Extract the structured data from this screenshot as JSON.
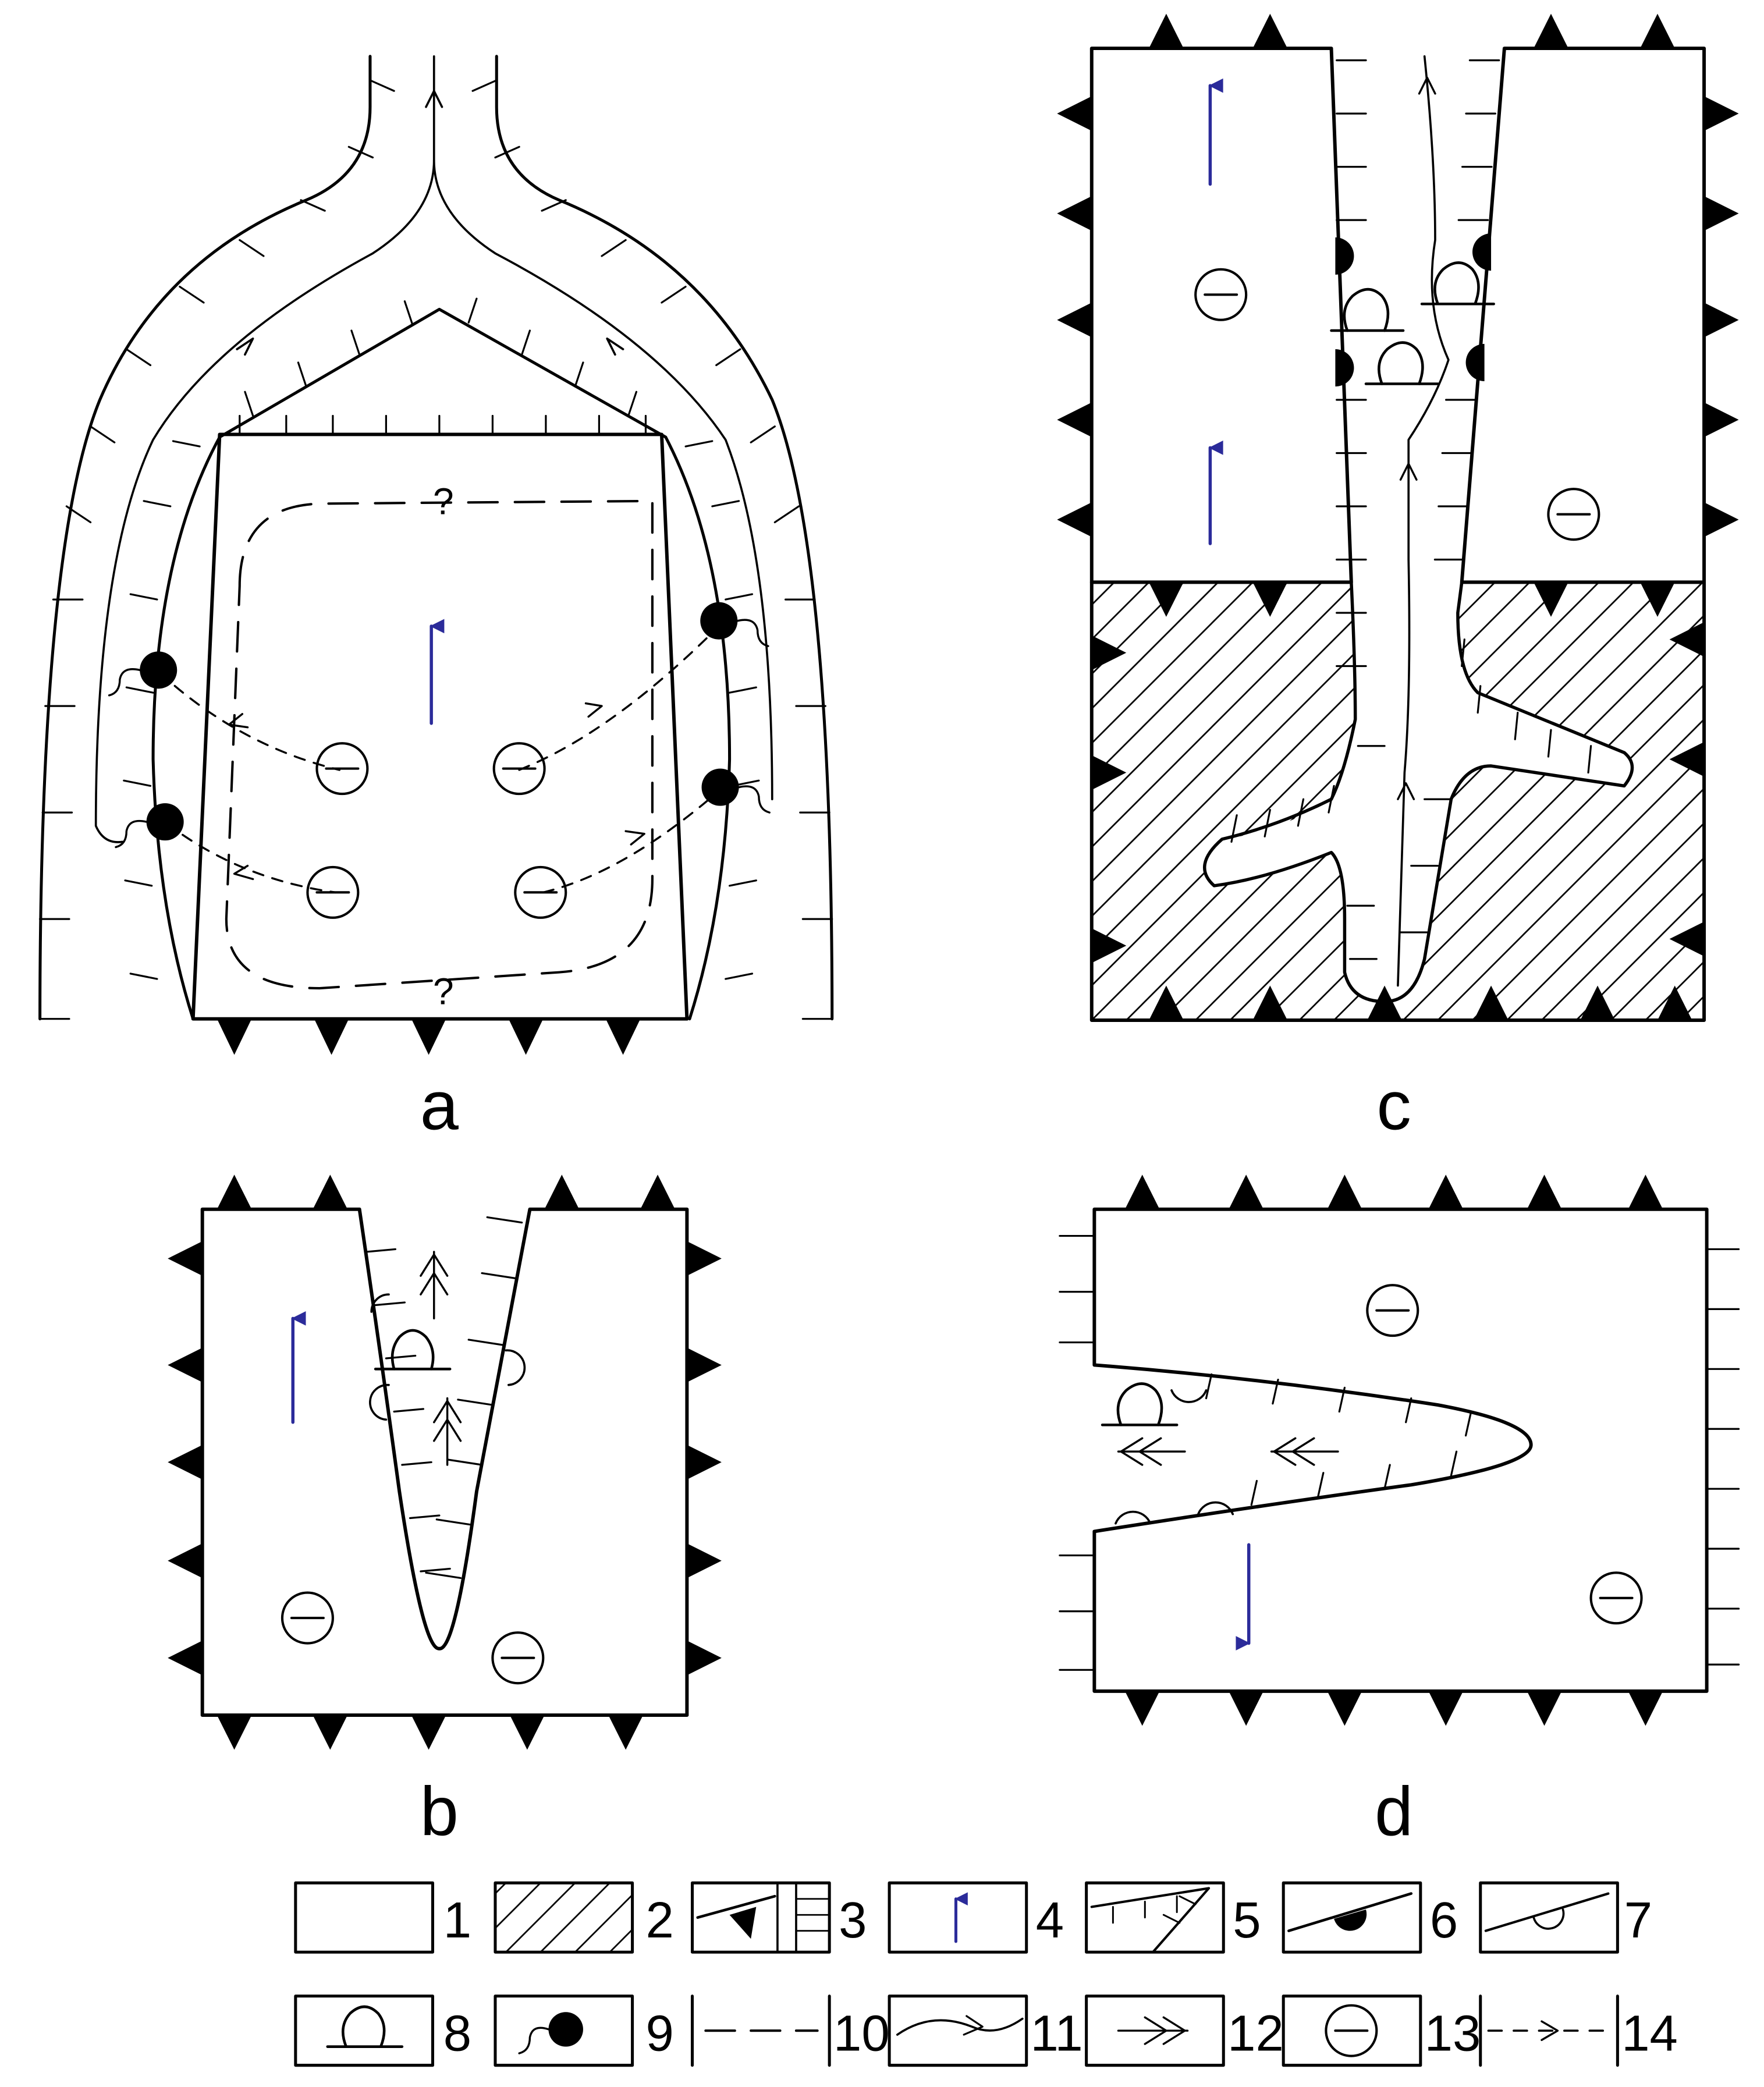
{
  "panels": {
    "a": {
      "label": "a",
      "query_top": "?",
      "query_bottom": "?"
    },
    "b": {
      "label": "b"
    },
    "c": {
      "label": "c"
    },
    "d": {
      "label": "d"
    }
  },
  "legend": {
    "items": [
      {
        "number": "1",
        "symbol": "blank-block-icon"
      },
      {
        "number": "2",
        "symbol": "hatched-block-icon"
      },
      {
        "number": "3",
        "symbol": "thrust-and-fault-icon"
      },
      {
        "number": "4",
        "symbol": "blue-arrow-icon"
      },
      {
        "number": "5",
        "symbol": "ticked-boundary-icon"
      },
      {
        "number": "6",
        "symbol": "filled-half-disc-boundary-icon"
      },
      {
        "number": "7",
        "symbol": "open-half-disc-boundary-icon"
      },
      {
        "number": "8",
        "symbol": "omega-icon"
      },
      {
        "number": "9",
        "symbol": "hooked-dot-icon"
      },
      {
        "number": "10",
        "symbol": "dashed-line-icon"
      },
      {
        "number": "11",
        "symbol": "wavy-flow-line-icon"
      },
      {
        "number": "12",
        "symbol": "double-chevron-icon"
      },
      {
        "number": "13",
        "symbol": "barred-circle-icon"
      },
      {
        "number": "14",
        "symbol": "dashed-arrow-line-icon"
      }
    ]
  },
  "colors": {
    "ink": "#000000",
    "arrow": "#2b2b9a",
    "background": "#ffffff"
  }
}
